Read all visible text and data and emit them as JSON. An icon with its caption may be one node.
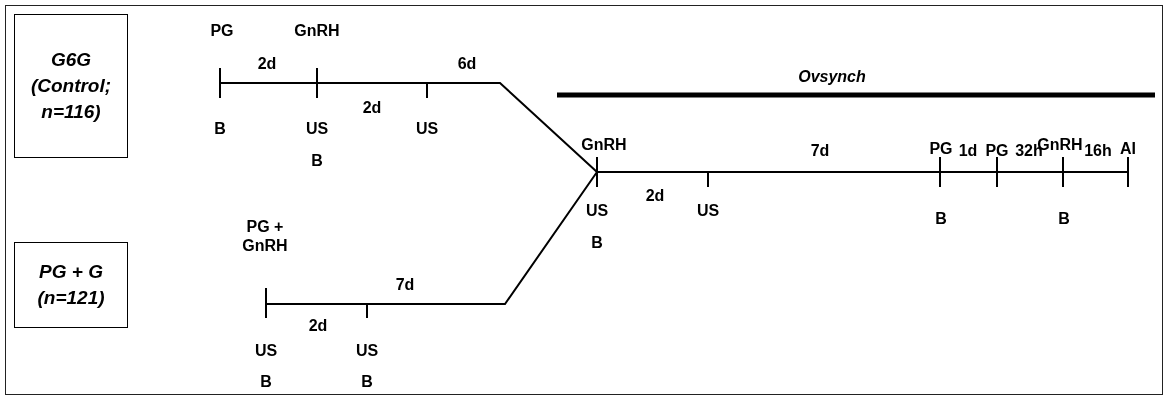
{
  "diagram": {
    "nodes": [
      {
        "text": [
          "G6G (Control; n=116)"
        ]
      },
      {
        "text": [
          "PG + G (n=121)"
        ]
      }
    ],
    "labels": [
      "PG",
      "GnRH",
      "2d",
      "6d",
      "B",
      "US",
      "2d",
      "US",
      "B",
      "Ovsynch",
      "GnRH",
      "7d",
      "PG",
      "1d",
      "PG",
      "32h",
      "GnRH",
      "16h",
      "AI",
      "US",
      "2d",
      "US",
      "B",
      "B",
      "B",
      "PG + GnRH",
      "7d",
      "2d",
      "US",
      "US",
      "B",
      "B"
    ]
  }
}
